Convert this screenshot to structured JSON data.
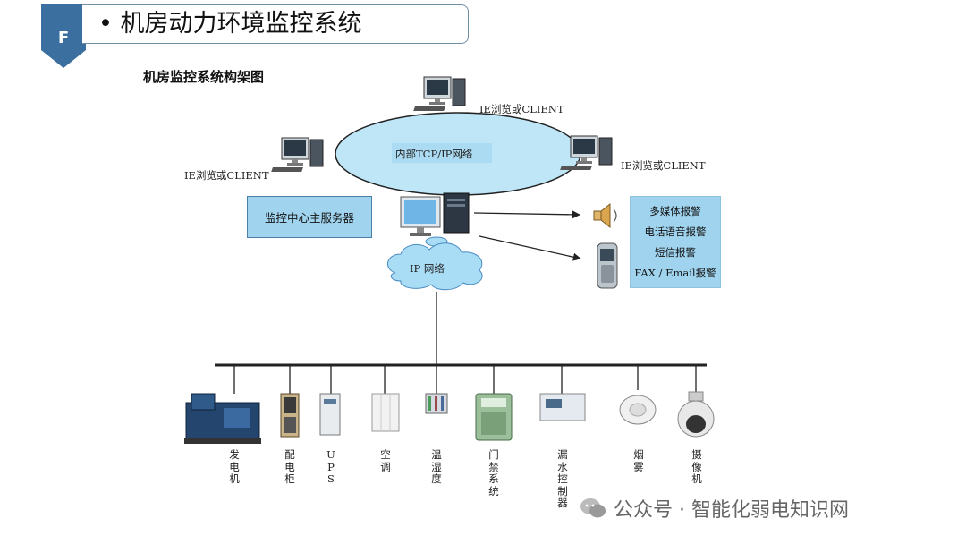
{
  "header": {
    "badge_letter": "F",
    "title": "• 机房动力环境监控系统"
  },
  "diagram": {
    "subtitle": "机房监控系统构架图",
    "network_label": "内部TCP/IP网络",
    "client_labels": [
      "IE浏览或CLIENT",
      "IE浏览或CLIENT",
      "IE浏览或CLIENT"
    ],
    "server_label": "监控中心主服务器",
    "ip_cloud_label": "IP 网络",
    "alarms": [
      "多媒体报警",
      "电话语音报警",
      "短信报警",
      "FAX / Email报警"
    ],
    "devices": [
      "发电机",
      "配电柜",
      "UPS",
      "空调",
      "温湿度",
      "门禁系统",
      "漏水控制器",
      "烟雾",
      "摄像机"
    ]
  },
  "watermark": {
    "text": "公众号 · 智能化弱电知识网"
  },
  "colors": {
    "badge": "#3a6fa0",
    "network_ellipse": "#bfe6f7",
    "boxes": "#9fd3ee",
    "cloud": "#a9dcf5"
  }
}
